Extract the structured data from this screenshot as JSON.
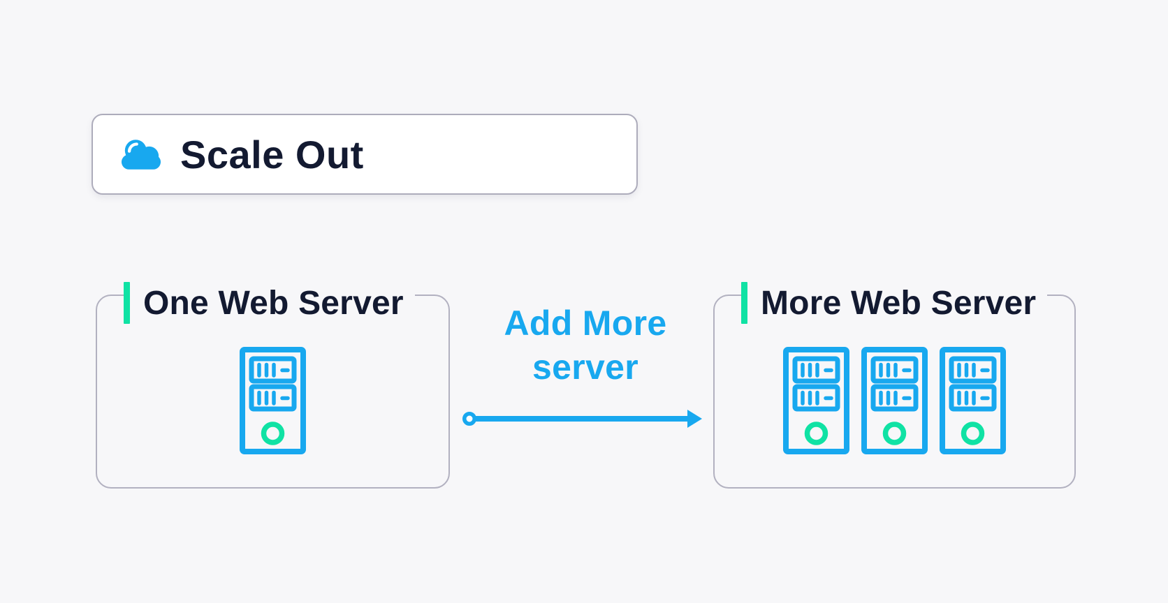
{
  "colors": {
    "background": "#f7f7f9",
    "blue": "#18a8ef",
    "green": "#10e2a4",
    "navy": "#131a31",
    "border_gray": "#b2b1c0",
    "white": "#ffffff"
  },
  "header": {
    "icon": "cloud-icon",
    "title": "Scale Out"
  },
  "diagram": {
    "left_box": {
      "title": "One Web Server",
      "icon": "server-icon",
      "server_count": 1
    },
    "right_box": {
      "title": "More Web Server",
      "icon": "server-icon",
      "server_count": 3
    },
    "arrow": {
      "label_lines": [
        "Add More",
        "server"
      ]
    }
  }
}
